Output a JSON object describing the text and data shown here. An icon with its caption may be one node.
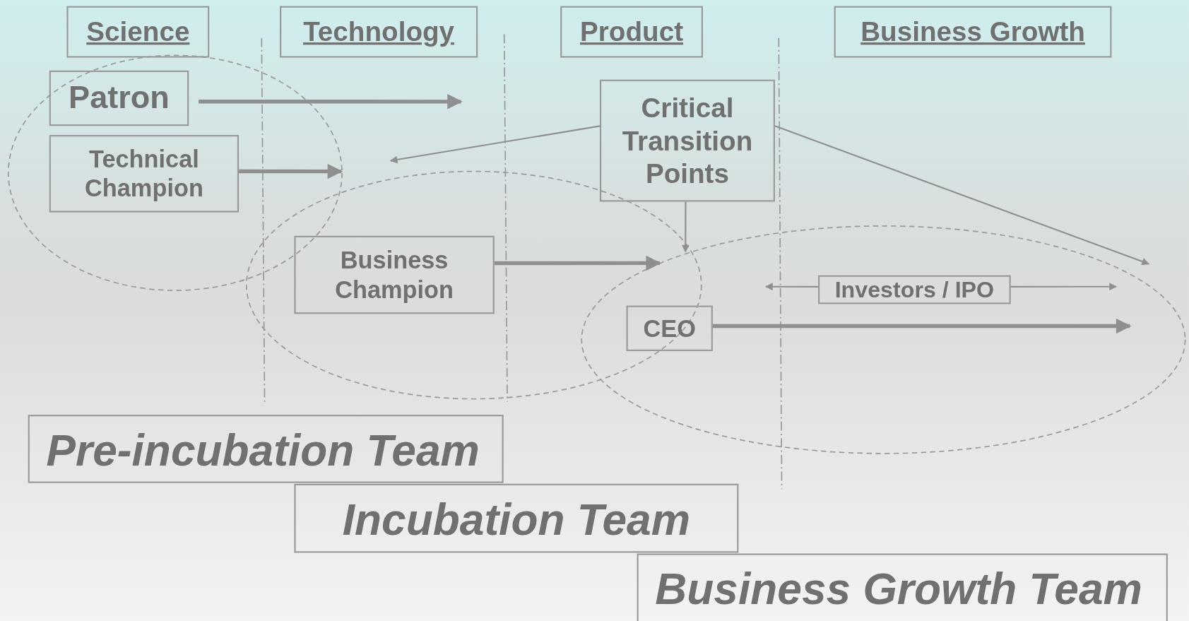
{
  "diagram": {
    "nodes": [
      {
        "text": [
          "Science"
        ]
      },
      {
        "text": [
          "Technology"
        ]
      },
      {
        "text": [
          "Product"
        ]
      },
      {
        "text": [
          "Business Growth"
        ]
      },
      {
        "text": [
          "Patron"
        ]
      },
      {
        "text": [
          "Technical Champion"
        ]
      },
      {
        "text": [
          "Critical Transition Points"
        ]
      },
      {
        "text": [
          "Business Champion"
        ]
      },
      {
        "text": [
          "Investors / IPO"
        ]
      },
      {
        "text": [
          "CEO"
        ]
      },
      {
        "text": [
          "Pre-incubation Team"
        ]
      },
      {
        "text": [
          "Incubation Team"
        ]
      },
      {
        "text": [
          "Business Growth Team"
        ]
      }
    ],
    "edges": [
      {
        "from": 4,
        "to": null,
        "arrow": "to",
        "style": "thick"
      },
      {
        "from": 5,
        "to": null,
        "arrow": "to",
        "style": "thick"
      },
      {
        "from": 6,
        "to": null,
        "arrow": "to"
      },
      {
        "from": 6,
        "to": null,
        "arrow": "to"
      },
      {
        "from": 6,
        "to": null,
        "arrow": "to"
      },
      {
        "from": 7,
        "to": null,
        "arrow": "to",
        "style": "thick"
      },
      {
        "from": 8,
        "to": null,
        "arrow": "to"
      },
      {
        "from": 8,
        "to": null,
        "arrow": "to"
      },
      {
        "from": 9,
        "to": null,
        "arrow": "to",
        "style": "thick"
      }
    ]
  }
}
